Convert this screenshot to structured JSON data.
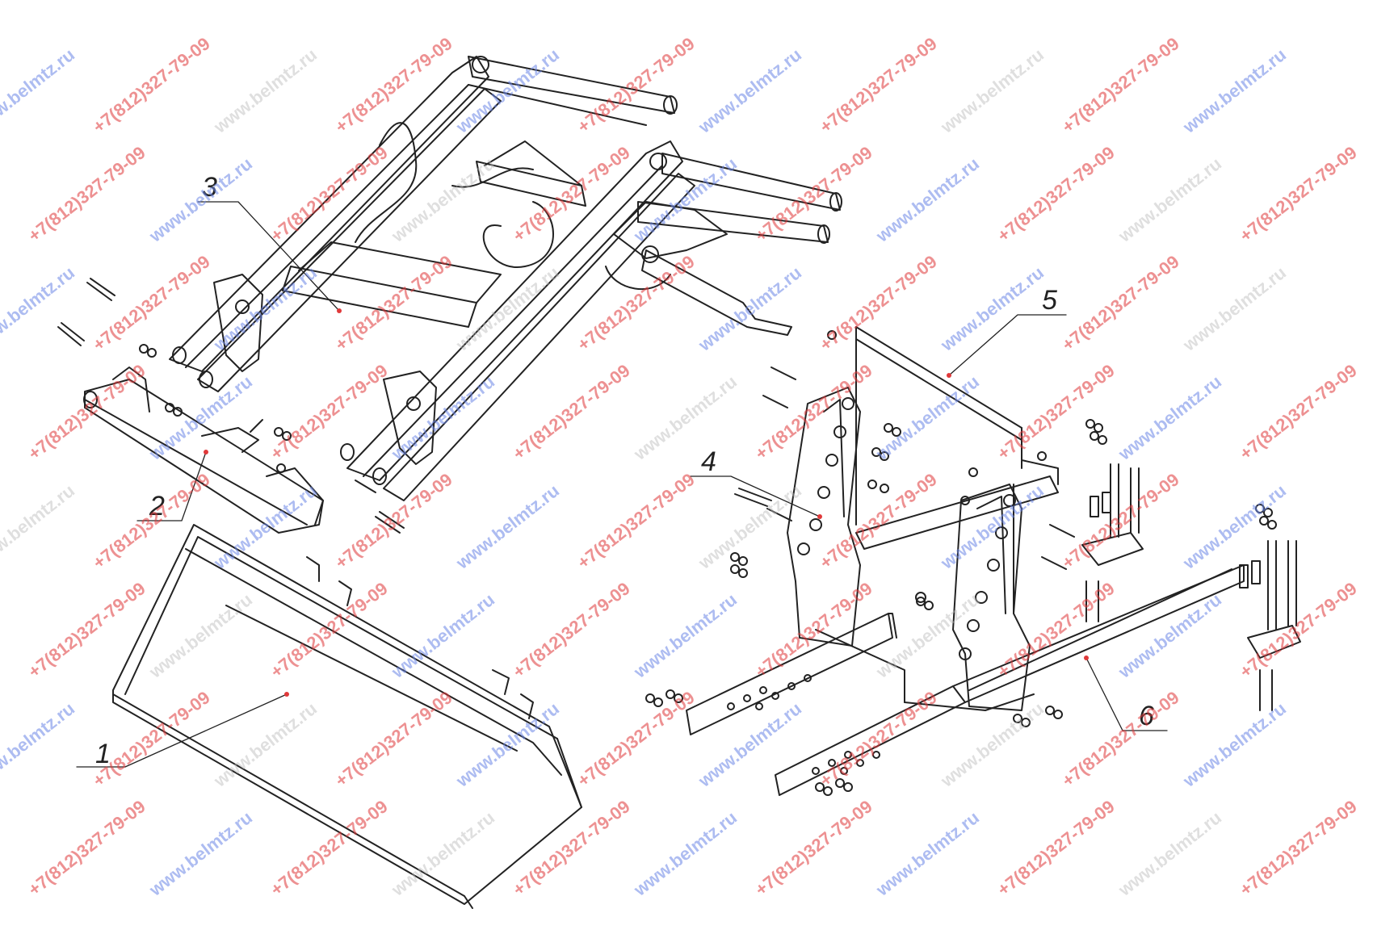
{
  "diagram": {
    "callouts": [
      {
        "id": "1",
        "label": "1"
      },
      {
        "id": "2",
        "label": "2"
      },
      {
        "id": "3",
        "label": "3"
      },
      {
        "id": "4",
        "label": "4"
      },
      {
        "id": "5",
        "label": "5"
      },
      {
        "id": "6",
        "label": "6"
      }
    ]
  },
  "watermarks": {
    "site": "www.belmtz.ru",
    "phone": "+7(812)327-79-09"
  },
  "colors": {
    "line": "#222222",
    "watermark_red": "#e0393a",
    "watermark_blue": "#6b86e6",
    "leader_dot": "#e0393a"
  }
}
